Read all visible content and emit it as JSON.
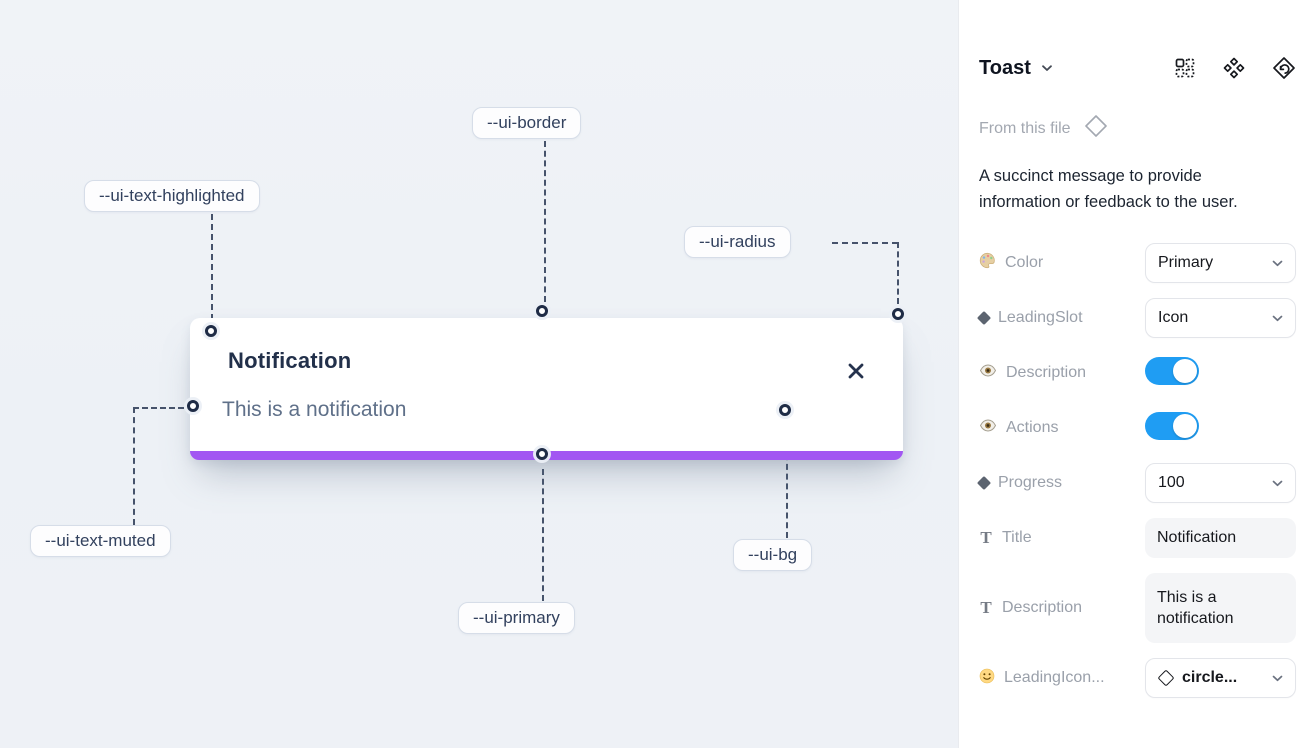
{
  "canvas": {
    "toast": {
      "title": "Notification",
      "description": "This is a notification"
    },
    "labels": {
      "border": "--ui-border",
      "text_highlighted": "--ui-text-highlighted",
      "radius": "--ui-radius",
      "text_muted": "--ui-text-muted",
      "primary": "--ui-primary",
      "bg": "--ui-bg"
    }
  },
  "panel": {
    "header": {
      "title": "Toast"
    },
    "source_label": "From this file",
    "description": "A succinct message to provide information or feedback to the user.",
    "properties": [
      {
        "icon": "palette-icon",
        "label": "Color",
        "control": "select",
        "value": "Primary"
      },
      {
        "icon": "diamond-icon",
        "label": "LeadingSlot",
        "control": "select",
        "value": "Icon"
      },
      {
        "icon": "eye-icon",
        "label": "Description",
        "control": "toggle",
        "value": "on"
      },
      {
        "icon": "eye-icon",
        "label": "Actions",
        "control": "toggle",
        "value": "on"
      },
      {
        "icon": "diamond-icon",
        "label": "Progress",
        "control": "select",
        "value": "100"
      },
      {
        "icon": "text-icon",
        "label": "Title",
        "control": "text",
        "value": "Notification",
        "glyph": "T"
      },
      {
        "icon": "text-icon",
        "label": "Description",
        "control": "text",
        "value": "This is a notification",
        "glyph": "T"
      },
      {
        "icon": "smiley-icon",
        "label": "LeadingIcon...",
        "control": "select",
        "value": "circle..."
      }
    ]
  },
  "colors": {
    "progress_bar": "#a257f2",
    "toggle_on": "#1f9df3",
    "canvas_bg": "#eef1f6",
    "toast_title_text": "#22304a",
    "toast_muted_text": "#5f7089",
    "connector": "#46536b"
  }
}
